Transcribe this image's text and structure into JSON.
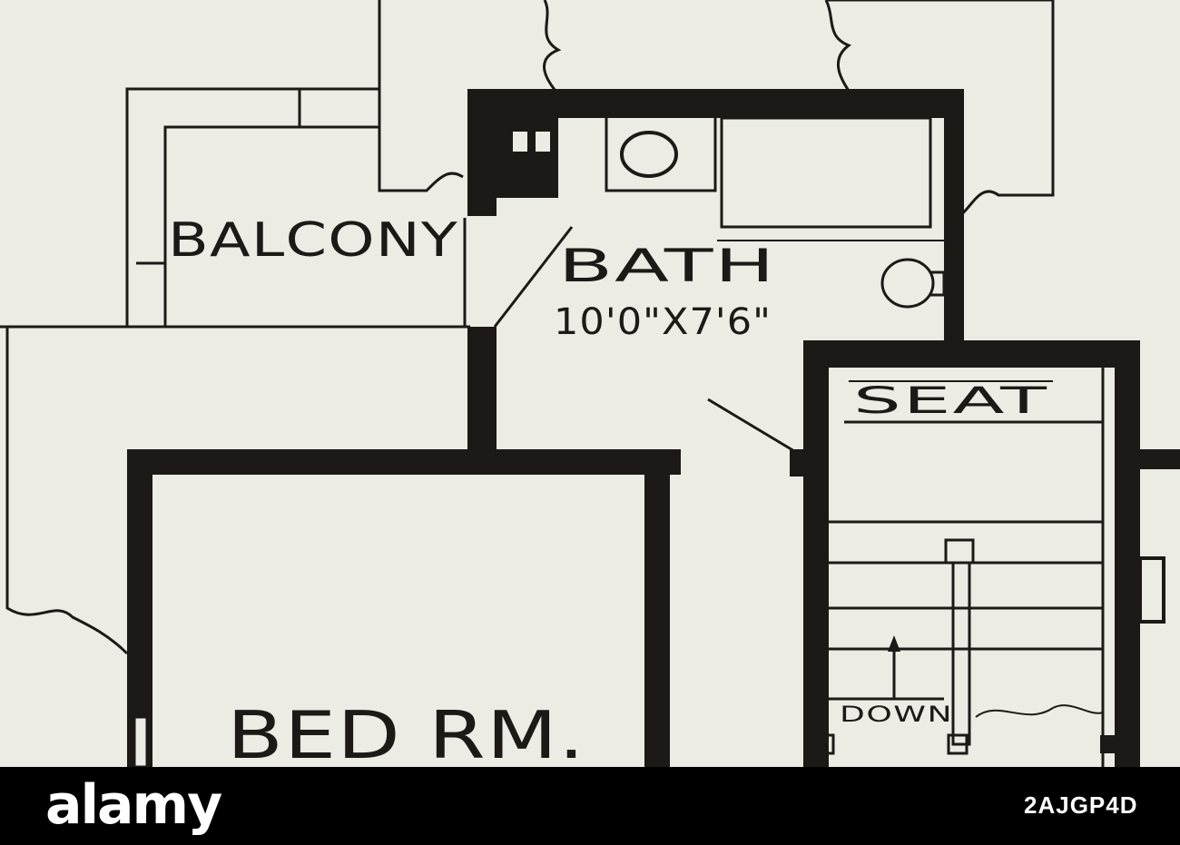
{
  "plan": {
    "rooms": {
      "balcony": "BALCONY",
      "bath": "BATH",
      "bath_size": "10'0\"X7'6\"",
      "seat": "SEAT",
      "down": "DOWN",
      "bedroom": "BED RM."
    }
  },
  "watermark": {
    "brand": "alamy",
    "image_id": "2AJGP4D"
  },
  "colors": {
    "paper": "#ecebe4",
    "ink": "#1c1916",
    "banner": "#000000"
  }
}
